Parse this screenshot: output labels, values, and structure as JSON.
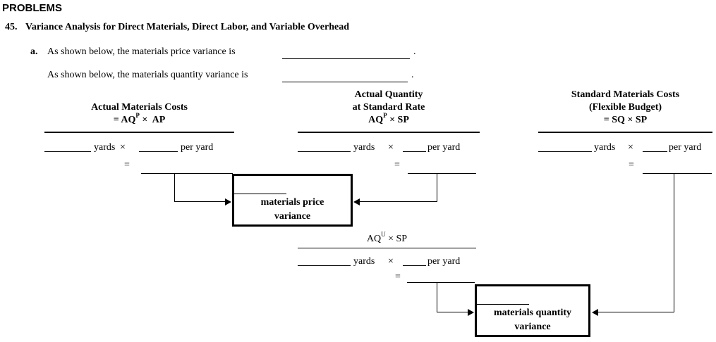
{
  "colors": {
    "ink": "#000000",
    "paper": "#ffffff"
  },
  "header": {
    "section_title": "PROBLEMS"
  },
  "problem": {
    "number": "45.",
    "title": "Variance Analysis for Direct Materials, Direct Labor, and Variable Overhead"
  },
  "item_a": {
    "letter": "a.",
    "price_statement": "As shown below, the materials price variance is",
    "price_period": ".",
    "quantity_statement": "As shown below, the materials quantity variance is",
    "quantity_period": "."
  },
  "labels": {
    "unit": "yards",
    "times": "×",
    "per_unit": "per yard",
    "equals": "="
  },
  "columns": {
    "actual_cost": {
      "header": "Actual Materials Costs",
      "formula_pre": "= AQ",
      "formula_sup": "P",
      "formula_post": " ×  AP"
    },
    "actual_at_standard": {
      "header_line1": "Actual Quantity",
      "header_line2": "at Standard Rate",
      "formula_pre": "AQ",
      "formula_sup": "P",
      "formula_post": " × SP"
    },
    "flexible_budget": {
      "header_line1": "Standard Materials Costs",
      "header_line2": "(Flexible Budget)",
      "formula": "= SQ × SP"
    },
    "actual_used_at_standard": {
      "formula_pre": "AQ",
      "formula_sup": "U",
      "formula_post": " × SP"
    }
  },
  "variance_boxes": {
    "price": {
      "line1": "materials price",
      "line2": "variance"
    },
    "quantity": {
      "line1": "materials quantity",
      "line2": "variance"
    }
  }
}
